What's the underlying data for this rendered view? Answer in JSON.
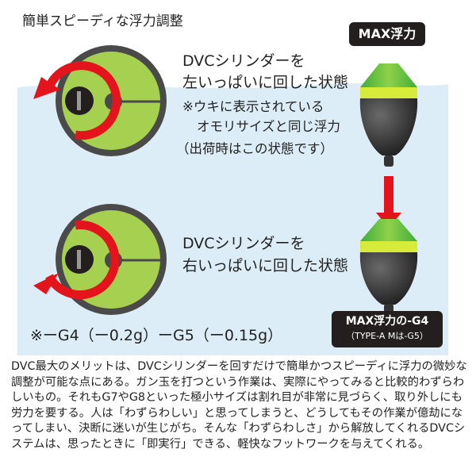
{
  "title": "簡単スピーディな浮力調整",
  "top_state": {
    "line1": "DVCシリンダーを",
    "line2": "左いっぱいに回した状態",
    "note1": "※ウキに表示されている",
    "note2": "オモリサイズと同じ浮力",
    "note3": "（出荷時はこの状態です）"
  },
  "bottom_state": {
    "line1": "DVCシリンダーを",
    "line2": "右いっぱいに回した状態"
  },
  "top_label": "MAX浮力",
  "bottom_label": {
    "line1": "MAX浮力の-G4",
    "line2": "（TYPE-A Mは-G5）"
  },
  "weights_note": "※ーG4（ー0.2g）ーG5（ー0.15g）",
  "paragraph": "DVC最大のメリットは、DVCシリンダーを回すだけで簡単かつスピーディに浮力の微妙な調整が可能な点にある。ガン玉を打つという作業は、実際にやってみると比較的わずらわしいもの。それもG7やG8といった極小サイズは割れ目が非常に見づらく、取り外しにも労力を要する。人は「わずらわしい」と思ってしまうと、どうしてもその作業が億劫になってしまい、決断に迷いが生じがち。そんな「わずらわしさ」から解放してくれるDVCシステムは、思ったときに「即実行」できる、軽快なフットワークを与えてくれる。",
  "colors": {
    "water": "#dcedf7",
    "green": "#a6d04f",
    "red": "#e3141b",
    "dark": "#231f1f"
  }
}
